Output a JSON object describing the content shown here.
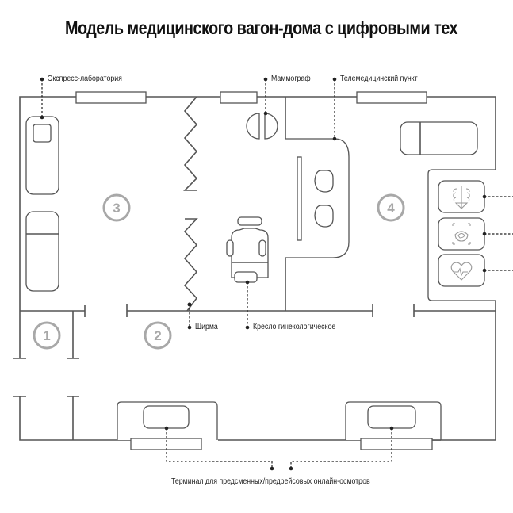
{
  "title": "Модель медицинского вагон-дома с цифровыми тех",
  "labels": {
    "express_lab": "Экспресс-лаборатория",
    "mammograph": "Маммограф",
    "telemedicine": "Телемедицинский пункт",
    "screen": "Ширма",
    "gyn_chair": "Кресло гинекологическое",
    "terminal": "Терминал для предсменных/предрейсовых онлайн-осмотров"
  },
  "zones": [
    "1",
    "2",
    "3",
    "4"
  ],
  "device_icons": [
    "spine-xray-icon",
    "ultrasound-icon",
    "heart-ecg-icon"
  ],
  "colors": {
    "wall": "#555555",
    "zone_number": "#a8a8a8",
    "leader": "#222222"
  }
}
